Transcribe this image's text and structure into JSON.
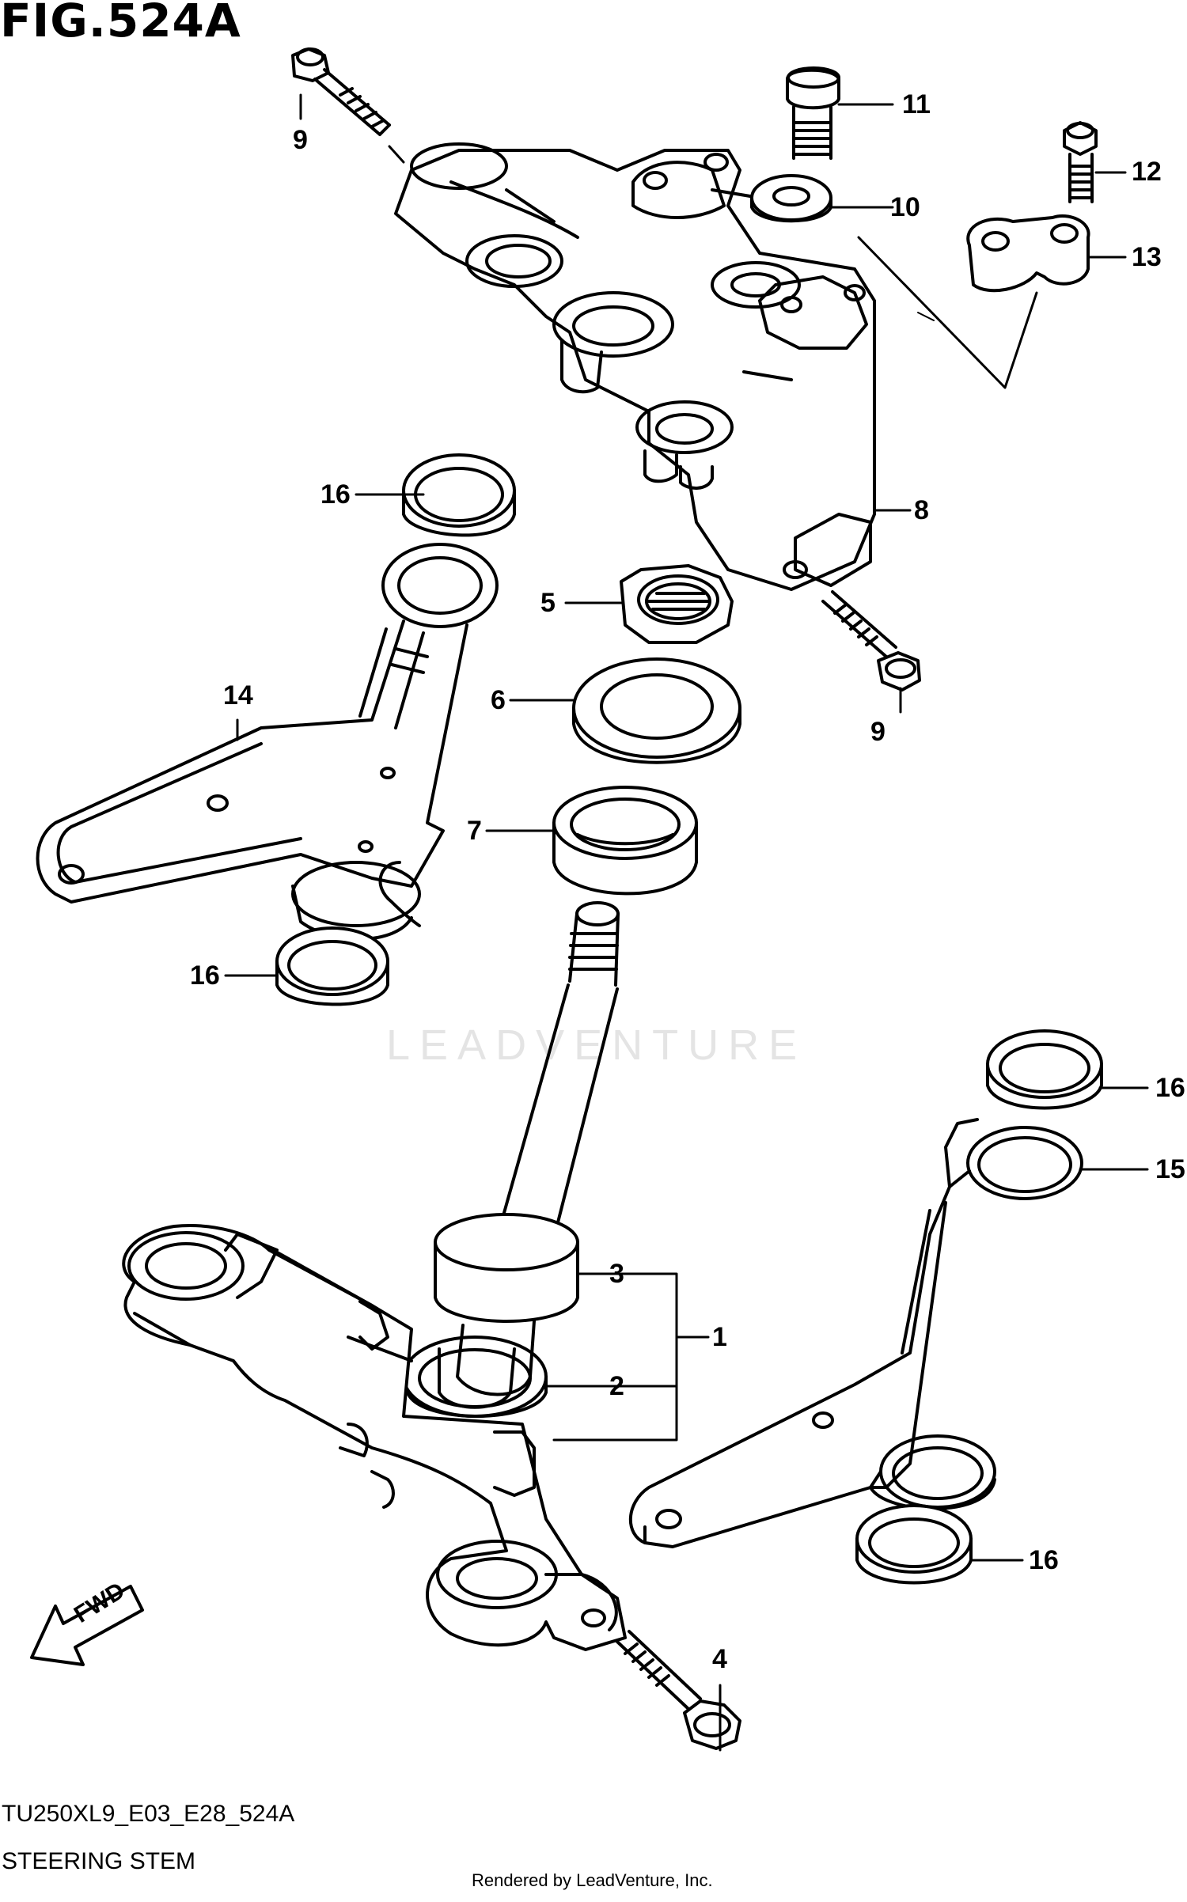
{
  "figure": {
    "title": "FIG.524A",
    "code": "TU250XL9_E03_E28_524A",
    "name": "STEERING STEM",
    "rendered_by": "Rendered by LeadVenture, Inc.",
    "watermark": "LEADVENTURE",
    "fwd_label": "FWD"
  },
  "callouts": {
    "c1": "1",
    "c2": "2",
    "c3": "3",
    "c4": "4",
    "c5": "5",
    "c6": "6",
    "c7": "7",
    "c8": "8",
    "c9a": "9",
    "c9b": "9",
    "c10": "10",
    "c11": "11",
    "c12": "12",
    "c13": "13",
    "c14": "14",
    "c15": "15",
    "c16a": "16",
    "c16b": "16",
    "c16c": "16",
    "c16d": "16"
  },
  "colors": {
    "line": "#000000",
    "background": "#ffffff",
    "watermark": "#e4e4e4"
  }
}
